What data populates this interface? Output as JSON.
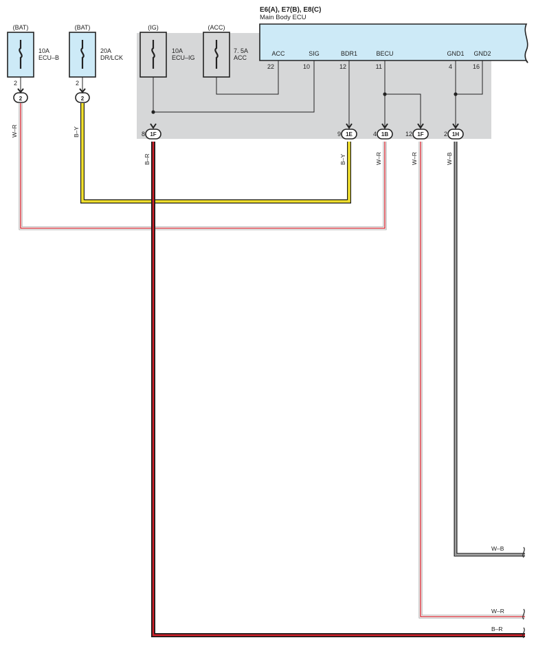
{
  "colors": {
    "ecu_fill": "#cdeaf7",
    "shade": "#d6d7d8",
    "outline": "#222222",
    "red": "#d4202a",
    "yellow": "#f2e12e",
    "black": "#1a1a1a",
    "white_wire": "#ffffff",
    "gray_edge": "#9a9a9a"
  },
  "ecu": {
    "codes": "E6(A), E7(B), E8(C)",
    "name": "Main Body ECU",
    "pins": [
      {
        "name": "ACC",
        "num": "22"
      },
      {
        "name": "SIG",
        "num": "10"
      },
      {
        "name": "BDR1",
        "num": "12"
      },
      {
        "name": "BECU",
        "num": "11"
      },
      {
        "name": "GND1",
        "num": "4"
      },
      {
        "name": "GND2",
        "num": "16"
      }
    ]
  },
  "fuses": [
    {
      "source": "(BAT)",
      "rating": "10A",
      "name": "ECU–B",
      "pin": "2",
      "connector": "2"
    },
    {
      "source": "(BAT)",
      "rating": "20A",
      "name": "DR/LCK",
      "pin": "2",
      "connector": "2"
    },
    {
      "source": "(IG)",
      "rating": "10A",
      "name": "ECU–IG"
    },
    {
      "source": "(ACC)",
      "rating": "7. 5A",
      "name": "ACC"
    }
  ],
  "junctions": [
    {
      "pin": "8",
      "label": "1F"
    },
    {
      "pin": "9",
      "label": "1E"
    },
    {
      "pin": "4",
      "label": "1B"
    },
    {
      "pin": "12",
      "label": "1F"
    },
    {
      "pin": "2",
      "label": "1H"
    }
  ],
  "wires": {
    "wr_left": "W–R",
    "by_left": "B–Y",
    "br_down": "B–R",
    "by_right": "B–Y",
    "wr_becu": "W–R",
    "wr_right": "W–R",
    "wb_right": "W–B",
    "end_wb": "W–B",
    "end_wr": "W–R",
    "end_br": "B–R"
  }
}
